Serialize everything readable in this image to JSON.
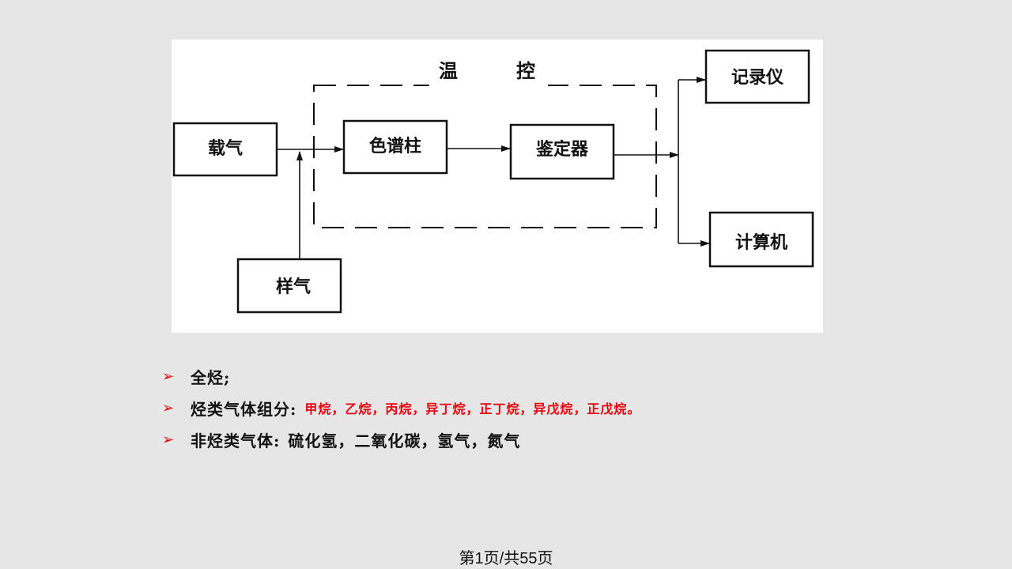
{
  "diagram": {
    "nodes": {
      "carrier": "载气",
      "sample": "样气",
      "column": "色谱柱",
      "detector": "鉴定器",
      "recorder": "记录仪",
      "computer": "计算机"
    },
    "temp_control_label_1": "温",
    "temp_control_label_2": "控",
    "colors": {
      "ink": "#111111",
      "panel": "#ffffff"
    }
  },
  "bullets": [
    {
      "marker": "➢",
      "lead": "全烃;",
      "detail": ""
    },
    {
      "marker": "➢",
      "lead": "烃类气体组分:",
      "detail": "甲烷，乙烷，丙烷，异丁烷，正丁烷，异戊烷，正戊烷。"
    },
    {
      "marker": "➢",
      "lead": "非烃类气体:",
      "detail": "硫化氢，二氧化碳，氢气，氮气"
    }
  ],
  "colors": {
    "slide_bg": "#e6e6e6",
    "accent_red": "#e8000b"
  },
  "footer": {
    "page_label": "第1页/共55页"
  }
}
